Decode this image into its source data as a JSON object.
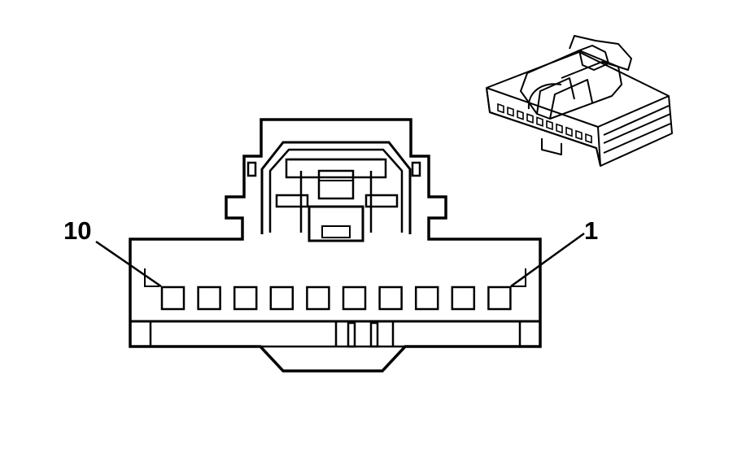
{
  "labels": {
    "pin_left": "10",
    "pin_right": "1"
  },
  "connector": {
    "cavity_count": 10
  },
  "colors": {
    "line": "#000000",
    "background": "#ffffff"
  }
}
